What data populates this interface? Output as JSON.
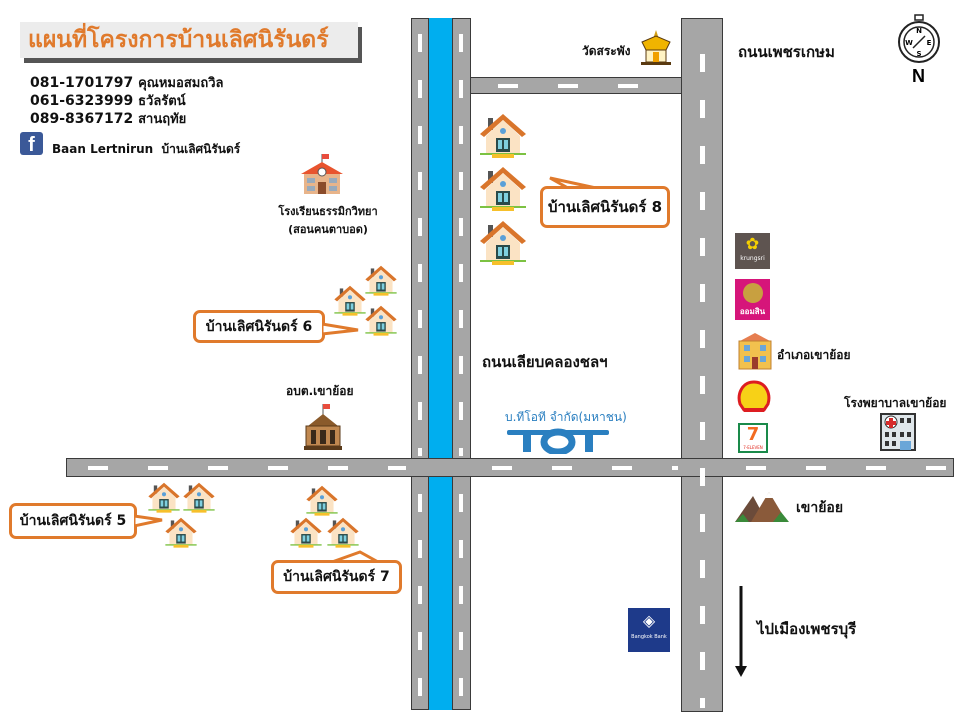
{
  "title": "แผนที่โครงการบ้านเลิศนิรันดร์",
  "contacts": [
    {
      "phone": "081-1701797",
      "name": "คุณหมอสมถวิล"
    },
    {
      "phone": "061-6323999",
      "name": "ธวัลรัตน์"
    },
    {
      "phone": "089-8367172",
      "name": "สานฤทัย"
    }
  ],
  "facebook": {
    "page_en": "Baan Lertnirun",
    "page_th": "บ้านเลิศนิรันดร์",
    "icon": "facebook-icon"
  },
  "landmarks": {
    "temple": "วัดสระพัง",
    "school_line1": "โรงเรียนธรรมิกวิทยา",
    "school_line2": "(สอนคนตาบอด)",
    "sao": "อบต.เขาย้อย",
    "tot_name": "บ.ทีโอที จำกัด(มหาชน)",
    "tot_logo": "TOT",
    "district_office": "อำเภอเขาย้อย",
    "hospital": "โรงพยาบาลเขาย้อย",
    "mountain": "เขาย้อย",
    "krungsri": "krungsri",
    "gsb": "ออมสิน",
    "seven_eleven": "7-ELEVEN",
    "bangkok_bank": "Bangkok Bank"
  },
  "roads": {
    "highway": "ถนนเพชรเกษม",
    "canal_road": "ถนนเลียบคลองชลฯ",
    "to_city": "ไปเมืองเพชรบุรี"
  },
  "compass": {
    "north_label": "N",
    "letters": [
      "N",
      "E",
      "S",
      "W"
    ]
  },
  "projects": {
    "p5": "บ้านเลิศนิรันดร์ 5",
    "p6": "บ้านเลิศนิรันดร์ 6",
    "p7": "บ้านเลิศนิรันดร์ 7",
    "p8": "บ้านเลิศนิรันดร์ 8"
  },
  "colors": {
    "accent": "#e07a2c",
    "canal": "#00aeef",
    "road": "#a6a6a6",
    "tot": "#2a7fc0"
  }
}
